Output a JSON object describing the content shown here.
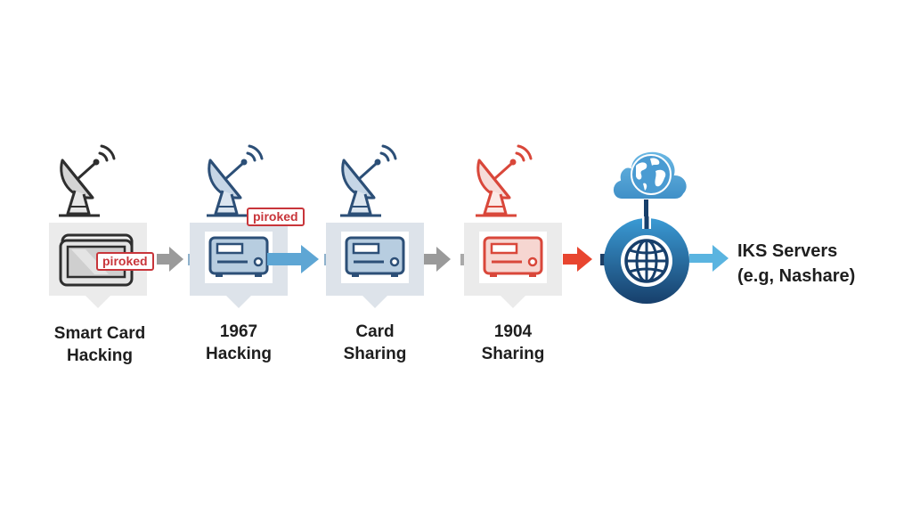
{
  "diagram": {
    "type": "flow",
    "direction": "left-to-right",
    "stages": [
      {
        "id": "smart-card-hacking",
        "label_line1": "Smart Card",
        "label_line2": "Hacking",
        "icon": "satellite-dish-icon",
        "device_icon": "smart-card-reader-icon",
        "tag": "piroked",
        "theme_color": "#3a3a3a",
        "box_color": "#ebebeb"
      },
      {
        "id": "1967-hacking",
        "label_line1": "1967",
        "label_line2": "Hacking",
        "icon": "satellite-dish-icon",
        "device_icon": "set-top-box-icon",
        "tag": "piroked",
        "theme_color": "#2c4f77",
        "box_color": "#dde3ea"
      },
      {
        "id": "card-sharing",
        "label_line1": "Card",
        "label_line2": "Sharing",
        "icon": "satellite-dish-icon",
        "device_icon": "set-top-box-icon",
        "theme_color": "#2c4f77",
        "box_color": "#dde3ea"
      },
      {
        "id": "1904-sharing",
        "label_line1": "1904",
        "label_line2": "Sharing",
        "icon": "satellite-dish-icon",
        "device_icon": "set-top-box-icon",
        "theme_color": "#d9473a",
        "box_color": "#ebebeb"
      }
    ],
    "hub": {
      "icon": "globe-icon",
      "cloud_icon": "cloud-globe-icon",
      "color_outer": "#2d7fb6",
      "color_dark": "#173f6b"
    },
    "endpoint": {
      "line1": "IKS Servers",
      "line2": "(e.g, Nashare)"
    },
    "arrows": [
      {
        "from": "smart-card-hacking",
        "to": "1967-hacking",
        "color": "#9a9a9a"
      },
      {
        "from": "1967-hacking",
        "to": "card-sharing",
        "color": "#5ea6d4"
      },
      {
        "from": "card-sharing",
        "to": "1904-sharing",
        "color": "#9a9a9a"
      },
      {
        "from": "1904-sharing",
        "to": "hub",
        "color": "#e8452f"
      },
      {
        "from": "hub",
        "to": "endpoint",
        "color": "#5ab4e0"
      }
    ]
  }
}
